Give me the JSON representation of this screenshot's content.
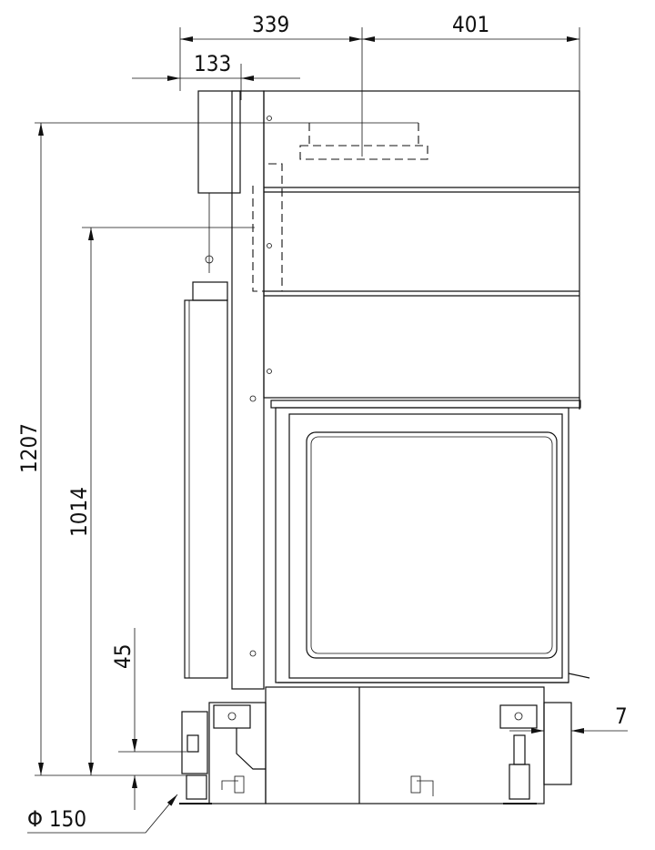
{
  "drawing": {
    "dimensions": {
      "top_left_width": "339",
      "top_right_width": "401",
      "offset_width": "133",
      "total_height": "1207",
      "door_height": "1014",
      "foot_height": "45",
      "right_offset": "7",
      "foot_diameter": "Φ 150"
    }
  }
}
